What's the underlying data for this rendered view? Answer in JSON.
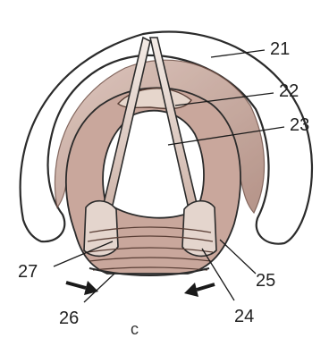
{
  "figure": {
    "panel_letter": "c",
    "labels": [
      "21",
      "22",
      "23",
      "24",
      "25",
      "26",
      "27"
    ]
  },
  "colors": {
    "outline": "#2b2b2b",
    "tissue_fill": "#c9a79c",
    "tissue_shade": "#9c7468",
    "cartilage_light": "#ece2dc",
    "cavity": "#ffffff",
    "arrow": "#1a1a1a"
  }
}
